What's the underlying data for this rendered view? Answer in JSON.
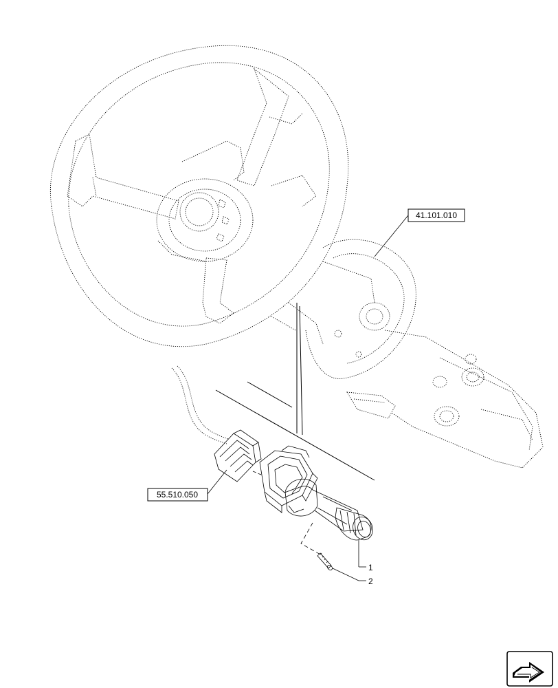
{
  "references": {
    "steering_column": "41.101.010",
    "wiring_connector": "55.510.050"
  },
  "callouts": [
    {
      "label": "1",
      "part": "multifunction switch lever"
    },
    {
      "label": "2",
      "part": "screw"
    }
  ],
  "icons": {
    "navigation": "next-page-arrow-icon"
  }
}
